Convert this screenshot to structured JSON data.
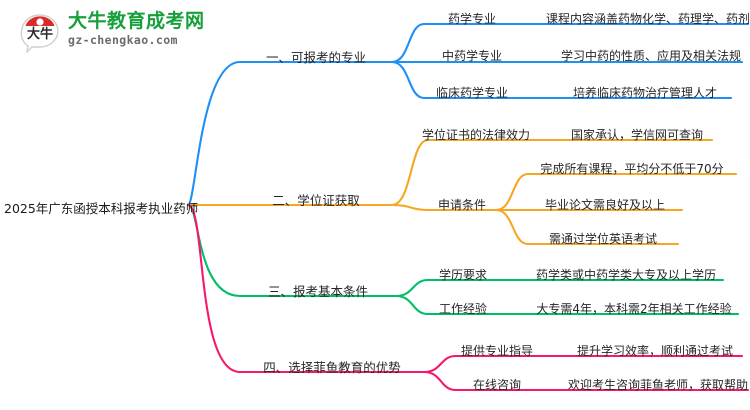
{
  "logo": {
    "mark_text": "大牛",
    "name_cn": "大牛教育成考网",
    "name_en": "gz-chengkao.com",
    "brand_green": "#16a03c",
    "brand_red": "#d92b28"
  },
  "mindmap": {
    "root": {
      "label": "2025年广东函授本科报考执业药师"
    },
    "branches": [
      {
        "label": "一、可报考的专业",
        "color": "#1f8ff5",
        "children": [
          {
            "label": "药学专业",
            "children": [
              {
                "label": "课程内容涵盖药物化学、药理学、药剂学"
              }
            ]
          },
          {
            "label": "中药学专业",
            "children": [
              {
                "label": "学习中药的性质、应用及相关法规"
              }
            ]
          },
          {
            "label": "临床药学专业",
            "children": [
              {
                "label": "培养临床药物治疗管理人才"
              }
            ]
          }
        ]
      },
      {
        "label": "二、学位证获取",
        "color": "#f5a623",
        "children": [
          {
            "label": "学位证书的法律效力",
            "children": [
              {
                "label": "国家承认，学信网可查询"
              }
            ]
          },
          {
            "label": "申请条件",
            "children": [
              {
                "label": "完成所有课程，平均分不低于70分"
              },
              {
                "label": "毕业论文需良好及以上"
              },
              {
                "label": "需通过学位英语考试"
              }
            ]
          }
        ]
      },
      {
        "label": "三、报考基本条件",
        "color": "#00bf63",
        "children": [
          {
            "label": "学历要求",
            "children": [
              {
                "label": "药学类或中药学类大专及以上学历"
              }
            ]
          },
          {
            "label": "工作经验",
            "children": [
              {
                "label": "大专需4年，本科需2年相关工作经验"
              }
            ]
          }
        ]
      },
      {
        "label": "四、选择菲鱼教育的优势",
        "color": "#f5186f",
        "children": [
          {
            "label": "提供专业指导",
            "children": [
              {
                "label": "提升学习效率，顺利通过考试"
              }
            ]
          },
          {
            "label": "在线咨询",
            "children": [
              {
                "label": "欢迎考生咨询菲鱼老师，获取帮助"
              }
            ]
          }
        ]
      }
    ]
  }
}
